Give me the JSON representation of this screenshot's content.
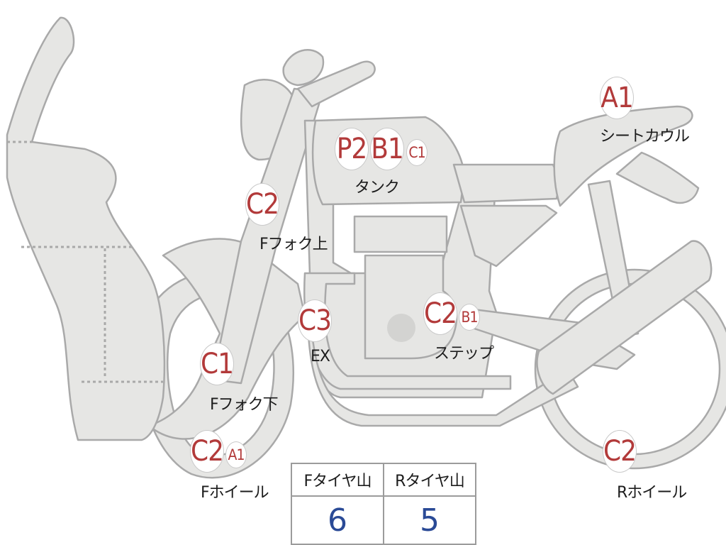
{
  "colors": {
    "part_fill": "#e6e6e4",
    "part_stroke": "#a9a9a9",
    "badge_text": "#b23a3a",
    "value_text": "#2a4a96"
  },
  "badges": {
    "a1_seat": "A1",
    "p2_tank": "P2",
    "b1_tank": "B1",
    "c1_tank": "C1",
    "c2_fork_upper": "C2",
    "c3_exhaust": "C3",
    "c2_step": "C2",
    "b1_step": "B1",
    "c1_fork_lower": "C1",
    "c2_front_wheel": "C2",
    "a1_front_wheel": "A1",
    "c2_rear_wheel": "C2"
  },
  "labels": {
    "seat_cowl": "シートカウル",
    "tank": "タンク",
    "fork_upper": "Fフォク上",
    "exhaust": "EX",
    "step": "ステップ",
    "fork_lower": "Fフォク下",
    "front_wheel": "Fホイール",
    "rear_wheel": "Rホイール"
  },
  "tread_table": {
    "front_header": "Fタイヤ山",
    "rear_header": "Rタイヤ山",
    "front_value": "6",
    "rear_value": "5"
  }
}
